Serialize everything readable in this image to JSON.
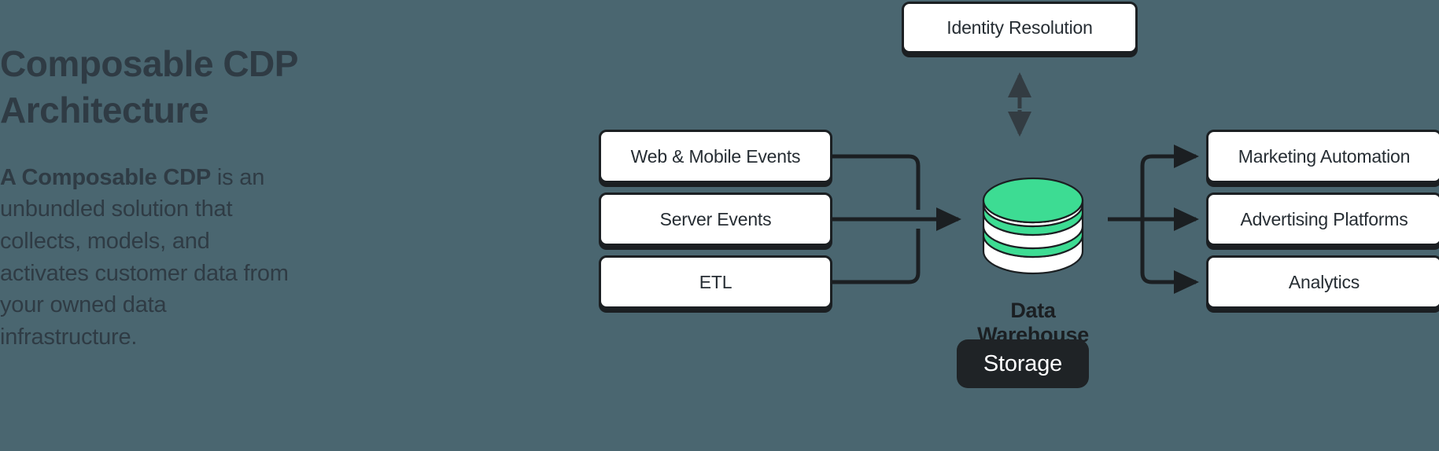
{
  "theme": {
    "background": "#4a6670",
    "ink": "#1b1f22",
    "text": "#2f3b44",
    "node_fill": "#ffffff",
    "accent_green": "#3ddc93",
    "storage_fill": "#1f2326",
    "storage_text": "#ffffff"
  },
  "left_panel": {
    "title": "Composable CDP\nArchitecture",
    "paragraph_lead": "A Composable CDP",
    "paragraph_rest": " is an unbundled solution that collects, models, and activates customer data from your owned data infrastructure."
  },
  "diagram": {
    "title": "Composable CDP Architecture",
    "identity": {
      "label": "Identity Resolution"
    },
    "sources": [
      {
        "id": "web-mobile-events",
        "label": "Web & Mobile Events"
      },
      {
        "id": "server-events",
        "label": "Server Events"
      },
      {
        "id": "etl",
        "label": "ETL"
      }
    ],
    "warehouse": {
      "label": "Data Warehouse",
      "icon": "database-cylinder-icon",
      "storage_label": "Storage"
    },
    "destinations": [
      {
        "id": "marketing-automation",
        "label": "Marketing Automation"
      },
      {
        "id": "advertising-platforms",
        "label": "Advertising Platforms"
      },
      {
        "id": "analytics",
        "label": "Analytics"
      }
    ],
    "connectors": [
      {
        "from": "sources",
        "to": "warehouse",
        "style": "solid-arrow"
      },
      {
        "from": "warehouse",
        "to": "destinations",
        "style": "solid-arrow"
      },
      {
        "from": "warehouse",
        "to": "identity",
        "style": "dashed-bidirectional-arrow"
      }
    ]
  }
}
